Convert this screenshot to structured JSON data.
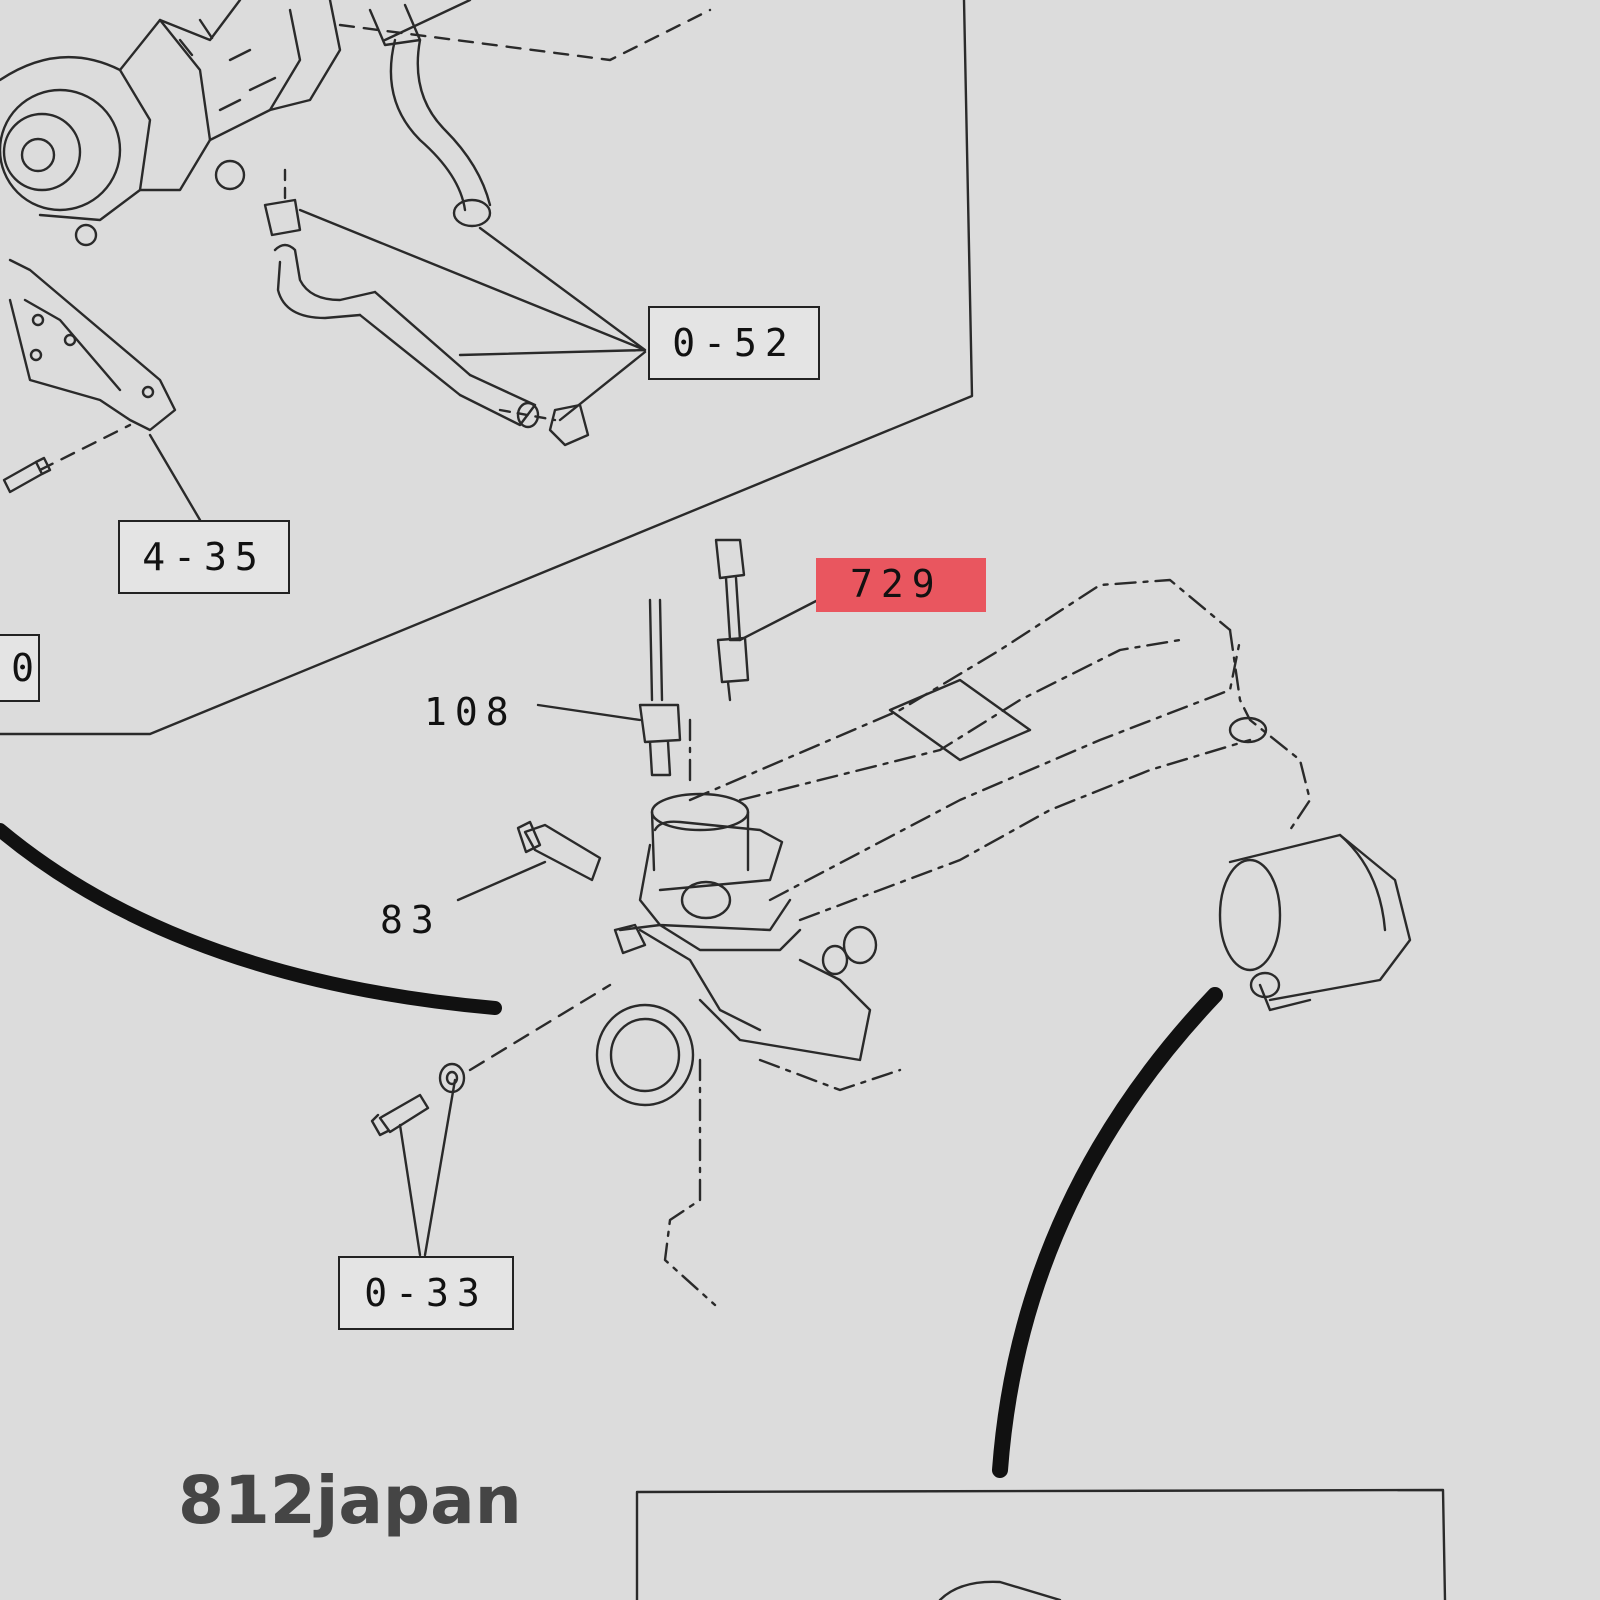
{
  "callouts": {
    "c052": "0-52",
    "c435": "4-35",
    "c033": "0-33",
    "cut_edge": "0"
  },
  "part_numbers": {
    "p729": "729",
    "p108": "108",
    "p83": "83"
  },
  "highlight_color": "#e9565f",
  "watermark": "812japan"
}
